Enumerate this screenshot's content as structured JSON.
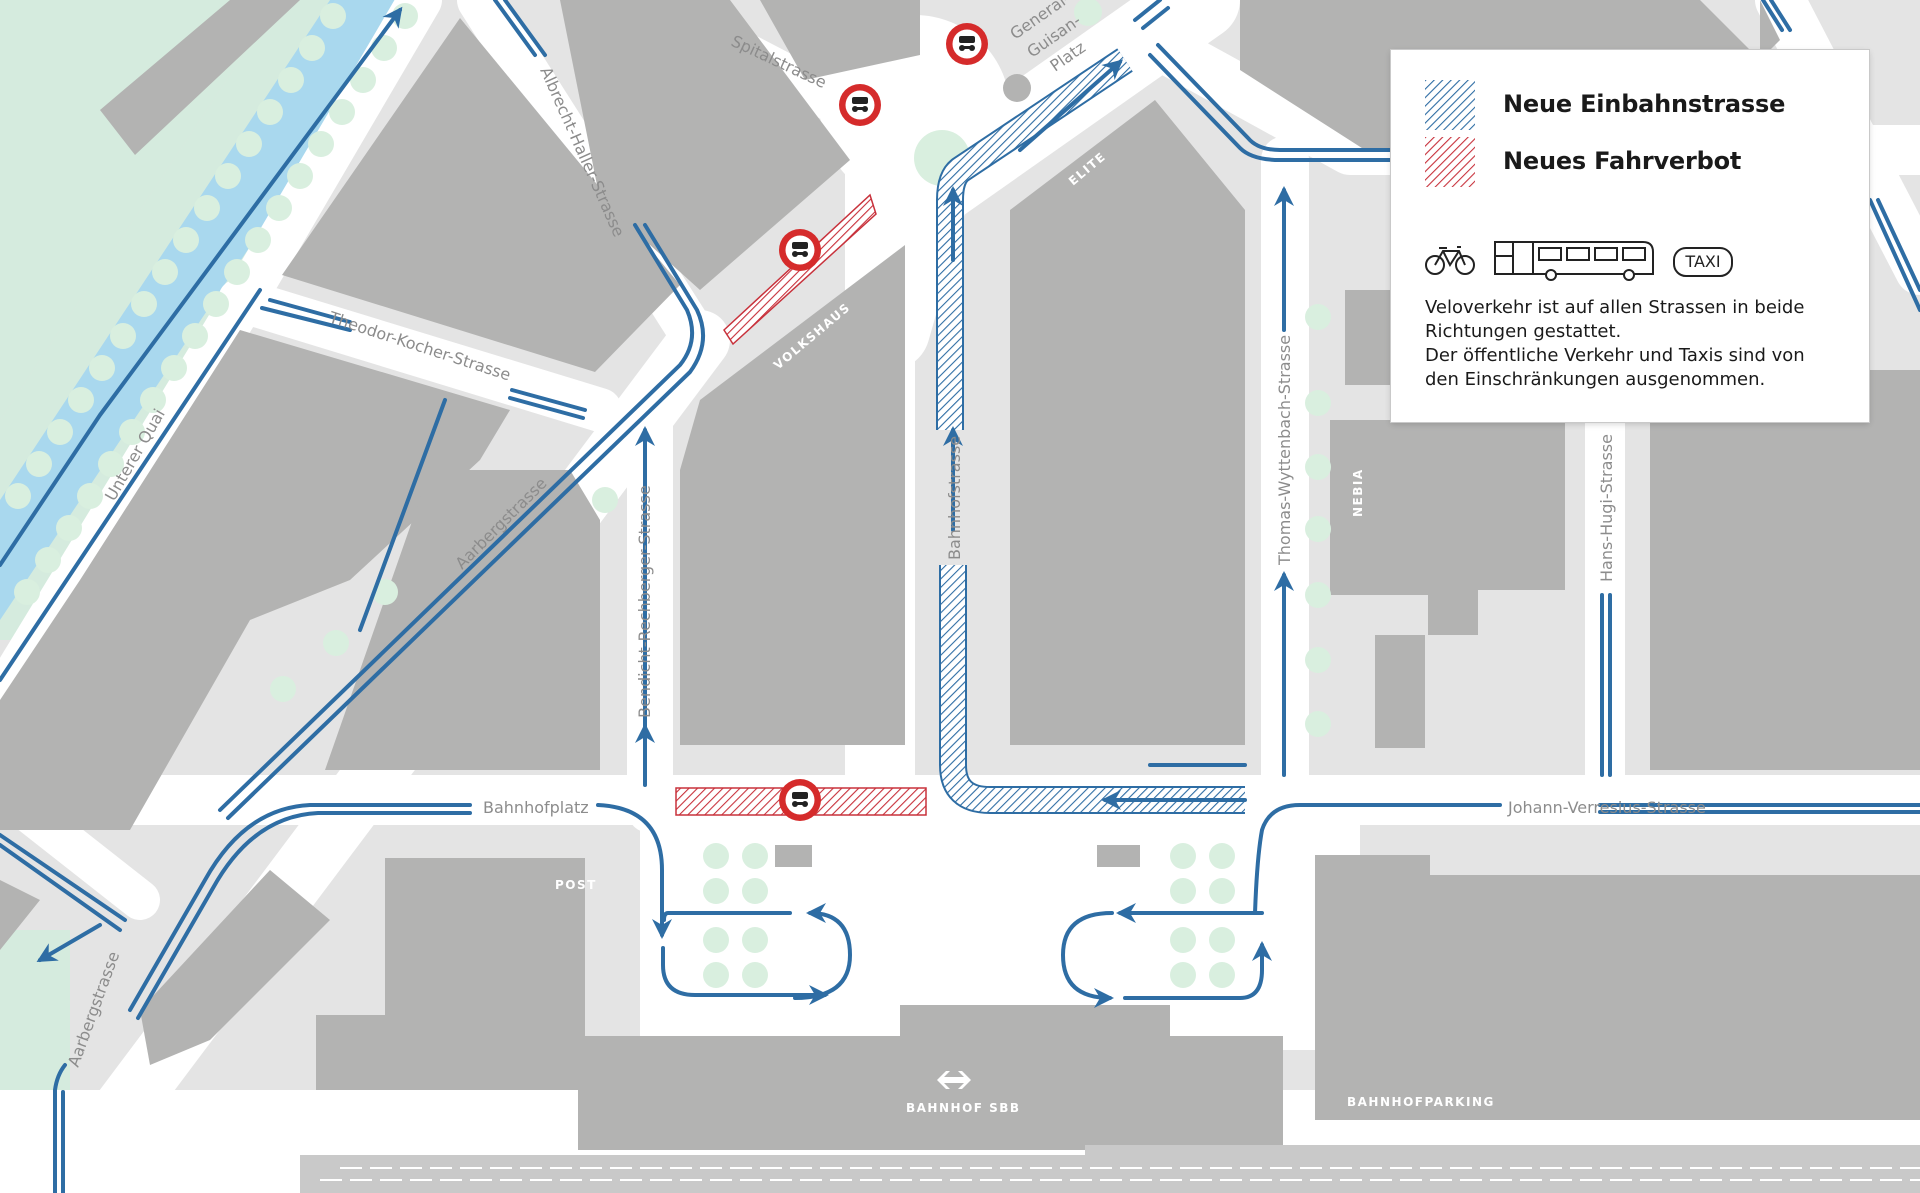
{
  "legend": {
    "one_way_label": "Neue Einbahnstrasse",
    "ban_label": "Neues Fahrverbot",
    "taxi_label": "TAXI",
    "note_lines": [
      "Veloverkehr ist auf allen Strassen in beide",
      "Richtungen gestattet.",
      "Der öffentliche Verkehr und Taxis sind von",
      "den Einschränkungen ausgenommen."
    ],
    "icons": [
      "bicycle-icon",
      "bus-icon",
      "taxi-icon"
    ]
  },
  "streets": {
    "spitalstrasse": "Spitalstrasse",
    "guisan_1": "General-",
    "guisan_2": "Guisan-",
    "guisan_3": "Platz",
    "albrecht_haller": "Albrecht-Haller-Strasse",
    "theodor_kocher": "Theodor-Kocher-Strasse",
    "unterer_quai": "Unterer Quai",
    "aarbergstrasse_top": "Aarbergstrasse",
    "aarbergstrasse_bottom": "Aarbergstrasse",
    "bendicht": "Bendicht-Rechberger-Strasse",
    "bahnhofstrasse": "Bahnhofstrasse",
    "thomas_wyttenbach": "Thomas-Wyttenbach-Strasse",
    "hans_hugi": "Hans-Hugi-Strasse",
    "bahnhofplatz": "Bahnhofplatz",
    "johann_verresius": "Johann-Verresius-Strasse"
  },
  "buildings": {
    "volkshaus": "VOLKSHAUS",
    "elite": "ELITE",
    "nebia": "NEBIA",
    "post": "POST",
    "bahnhof": "BAHNHOF SBB",
    "parking": "BAHNHOFPARKING"
  },
  "colors": {
    "one_way": "#2e6da4",
    "ban": "#c8323c",
    "building": "#b3b3b2",
    "road": "#ffffff",
    "block": "#e4e4e4",
    "water": "#a9d8ee",
    "park": "#d5ebde",
    "tree": "#d9efdf"
  }
}
